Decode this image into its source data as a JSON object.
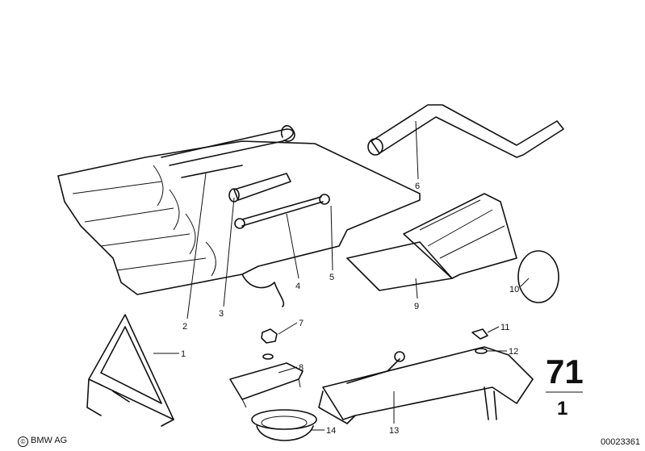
{
  "callouts": [
    {
      "id": "1",
      "text": "1"
    },
    {
      "id": "2",
      "text": "2"
    },
    {
      "id": "3",
      "text": "3"
    },
    {
      "id": "4",
      "text": "4"
    },
    {
      "id": "5",
      "text": "5"
    },
    {
      "id": "6",
      "text": "6"
    },
    {
      "id": "7",
      "text": "7"
    },
    {
      "id": "8",
      "text": "8"
    },
    {
      "id": "9",
      "text": "9"
    },
    {
      "id": "10",
      "text": "10"
    },
    {
      "id": "11",
      "text": "11"
    },
    {
      "id": "12",
      "text": "12"
    },
    {
      "id": "13",
      "text": "13"
    },
    {
      "id": "14",
      "text": "14"
    }
  ],
  "group": {
    "main": "71",
    "sub": "1"
  },
  "copyright": "BMW AG",
  "catalog_number": "00023361"
}
